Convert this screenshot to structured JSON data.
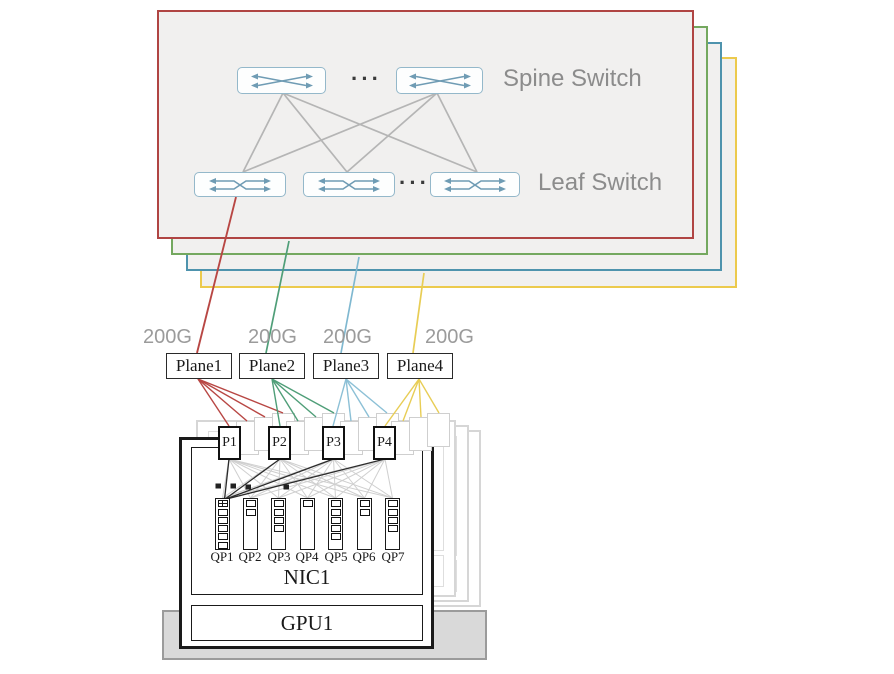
{
  "fabric": {
    "spine_label": "Spine Switch",
    "leaf_label": "Leaf Switch",
    "ellipsis": "···",
    "plane_panel_count": 4,
    "spine_switches_shown": 2,
    "leaf_switches_shown": 3
  },
  "colors": {
    "plane1_red": "#b04543",
    "plane2_green": "#74a85f",
    "plane3_blue": "#4e93ad",
    "plane4_yellow": "#ecca4d",
    "link_red": "#b84744",
    "link_green": "#4f9e78",
    "link_blue": "#8cc0d6",
    "link_yellow": "#e8cd55",
    "panel_fill": "#f1f0ef",
    "gray_text": "#8c8c8c",
    "chassis_gray": "#d9d9d9"
  },
  "links": {
    "labels": [
      "200G",
      "200G",
      "200G",
      "200G"
    ]
  },
  "planes": {
    "labels": [
      "Plane1",
      "Plane2",
      "Plane3",
      "Plane4"
    ]
  },
  "nic": {
    "label": "NIC1",
    "ports": [
      "P1",
      "P2",
      "P3",
      "P4"
    ],
    "queue_pairs": [
      {
        "label": "QP1",
        "queued": 6,
        "first_crossed": true
      },
      {
        "label": "QP2",
        "queued": 2
      },
      {
        "label": "QP3",
        "queued": 4
      },
      {
        "label": "QP4",
        "queued": 1
      },
      {
        "label": "QP5",
        "queued": 5
      },
      {
        "label": "QP6",
        "queued": 2
      },
      {
        "label": "QP7",
        "queued": 4
      }
    ]
  },
  "gpu": {
    "label": "GPU1"
  }
}
